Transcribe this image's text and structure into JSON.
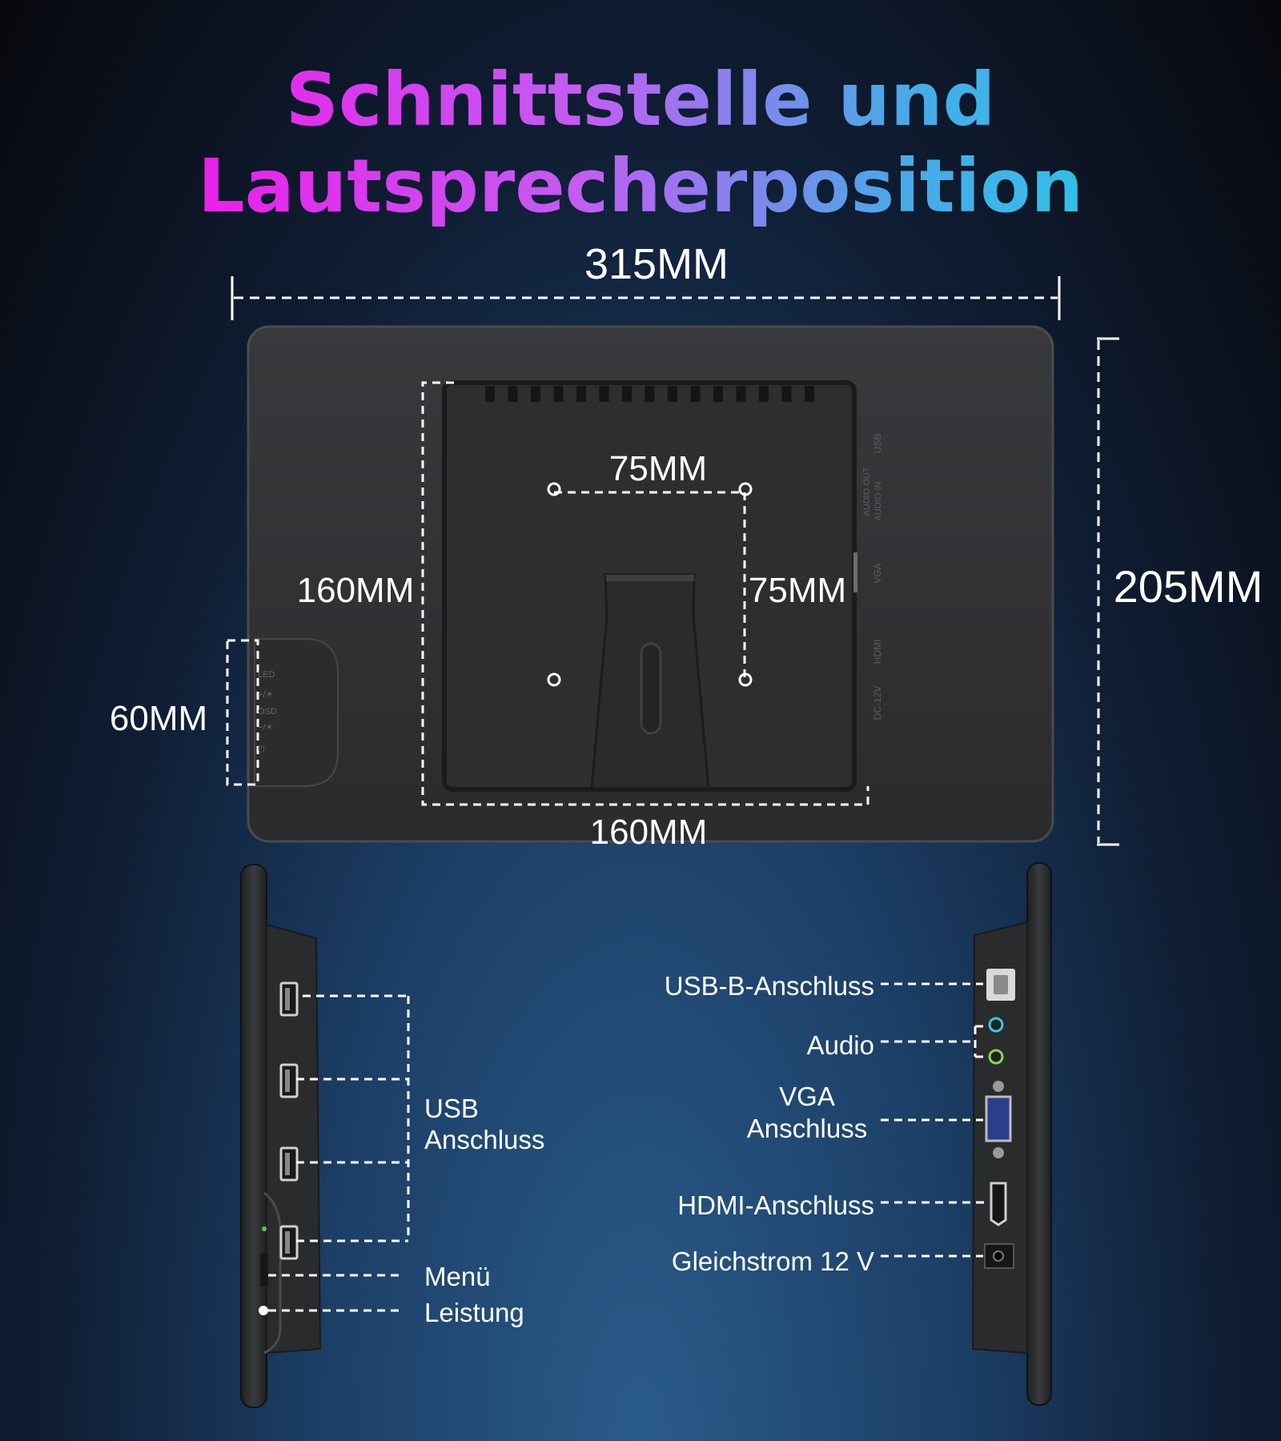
{
  "title": {
    "line1": "Schnittstelle und",
    "line2": "Lautsprecherposition"
  },
  "dimensions": {
    "width": "315MM",
    "height": "205MM",
    "vesa_horizontal": "75MM",
    "vesa_vertical": "75MM",
    "bracket_height": "160MM",
    "bracket_width": "160MM",
    "button_module": "60MM"
  },
  "back_panel_labels": {
    "usb": "USB",
    "audio_out": "AUDIO OUT",
    "audio_in": "AUDIO IN",
    "vga": "VGA",
    "hdmi": "HDMI",
    "dc": "DC-12V"
  },
  "button_module_labels": [
    "LED",
    "+/☀",
    "OSD",
    "−/☀",
    "⏻"
  ],
  "left_side": {
    "usb_label_line1": "USB",
    "usb_label_line2": "Anschluss",
    "menu": "Menü",
    "power": "Leistung"
  },
  "right_side": {
    "usb_b": "USB-B-Anschluss",
    "audio": "Audio",
    "vga_line1": "VGA",
    "vga_line2": "Anschluss",
    "hdmi": "HDMI-Anschluss",
    "dc": "Gleichstrom 12 V"
  },
  "colors": {
    "device": "#2e2f31",
    "device_edge": "#4a4b4e",
    "dashed": "#ffffff",
    "audio_cyan": "#37c6e6",
    "audio_green": "#88d65a",
    "vga_blue": "#2a3f8c"
  }
}
